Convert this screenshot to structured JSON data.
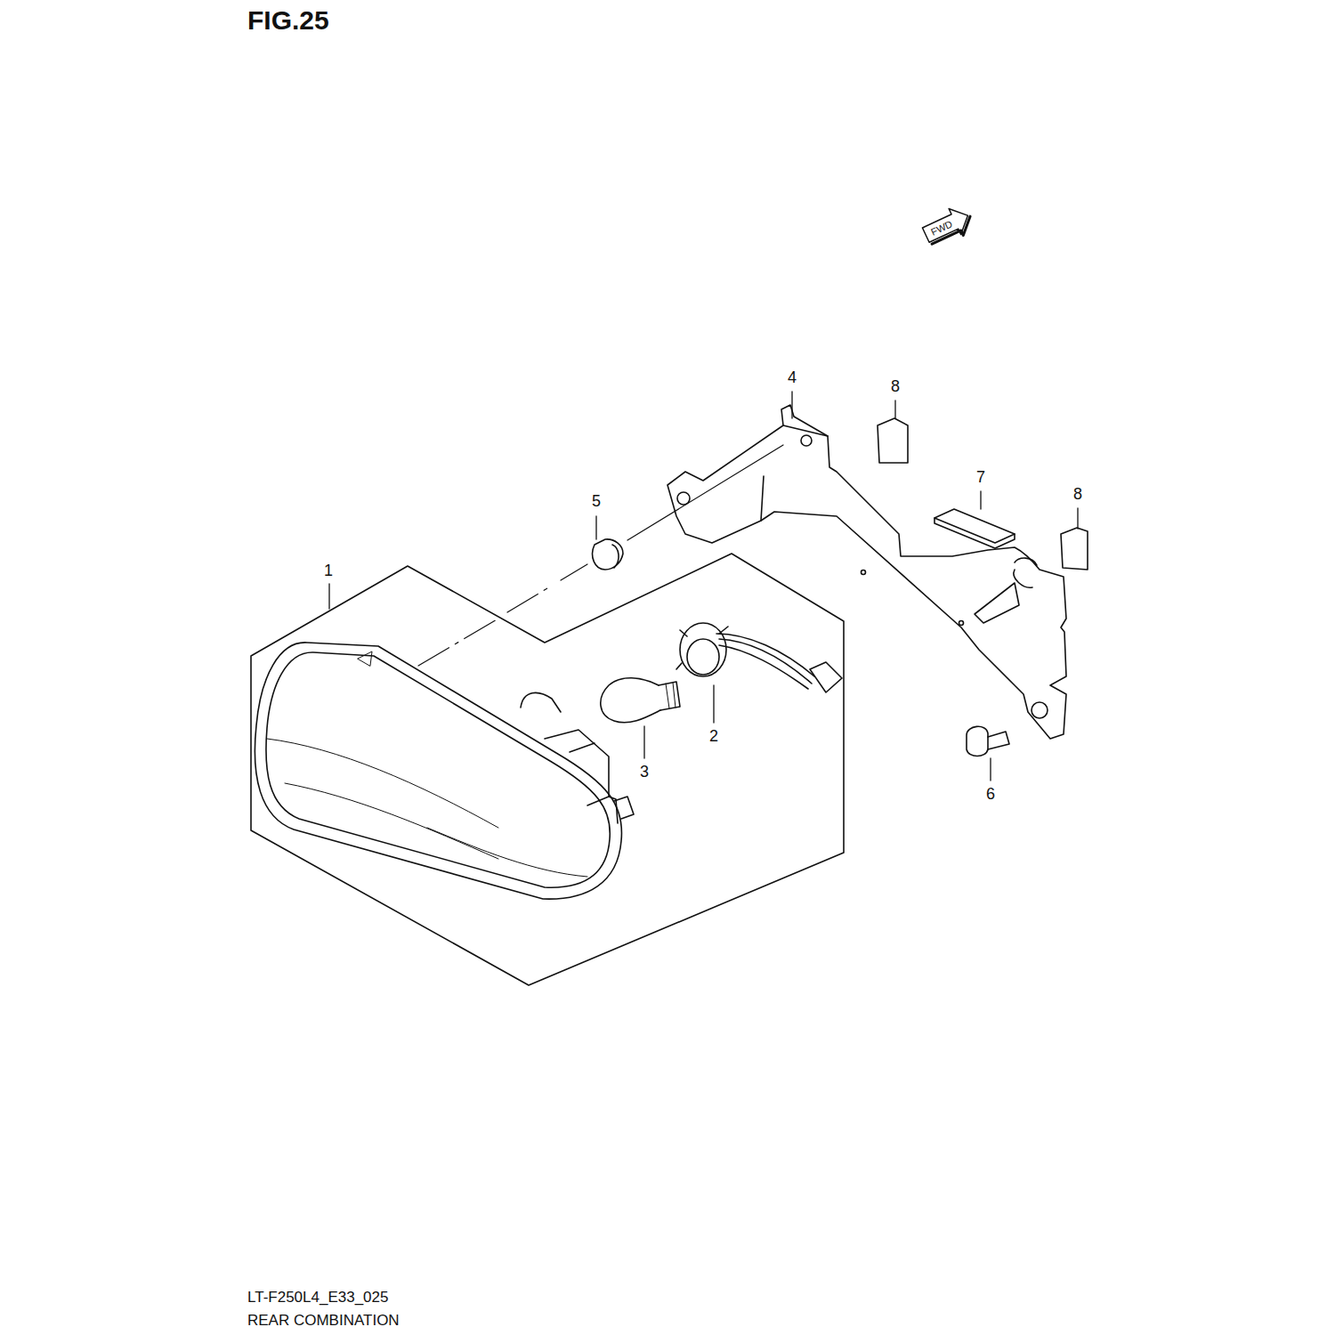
{
  "diagram": {
    "title": "FIG.25",
    "labels": [
      "FWD",
      "4",
      "8",
      "7",
      "8",
      "5",
      "1",
      "2",
      "3",
      "6",
      "LT-F250L4_E33_025",
      "REAR COMBINATION"
    ]
  }
}
